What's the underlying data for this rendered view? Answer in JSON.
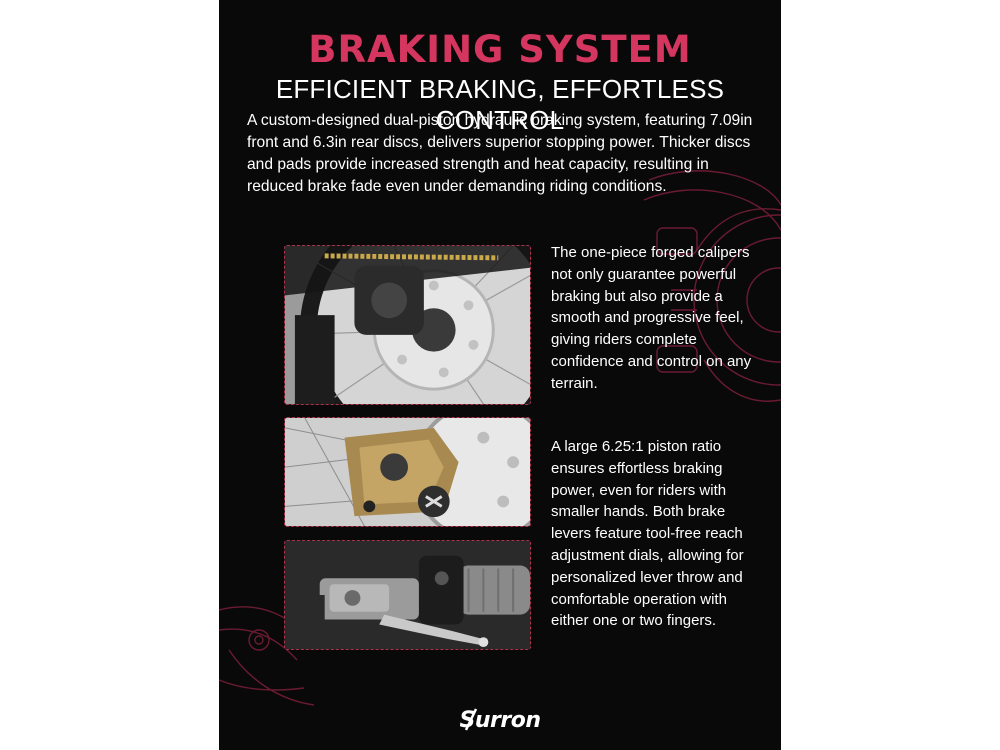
{
  "header": {
    "title": "BRAKING SYSTEM",
    "subtitle": "EFFICIENT BRAKING, EFFORTLESS CONTROL"
  },
  "intro": {
    "text": "A custom-designed dual-piston hydraulic braking system, featuring 7.09in front and 6.3in rear discs, delivers superior stopping power. Thicker discs and pads provide increased strength and heat capacity, resulting in reduced brake fade even under demanding riding conditions."
  },
  "features": [
    {
      "text": "The one-piece forged calipers not only guarantee powerful braking but also provide a smooth and progressive feel, giving riders complete confidence and control on any terrain."
    },
    {
      "text": "A large 6.25:1 piston ratio ensures effortless braking power, even for riders with smaller hands. Both brake levers feature tool-free reach adjustment dials, allowing for personalized lever throw and comfortable operation with either one or two fingers."
    }
  ],
  "brand": {
    "logo": "Surron"
  },
  "colors": {
    "accent": "#d4365f",
    "background": "#0a0909",
    "text": "#ffffff",
    "frame": "#b0304f"
  }
}
